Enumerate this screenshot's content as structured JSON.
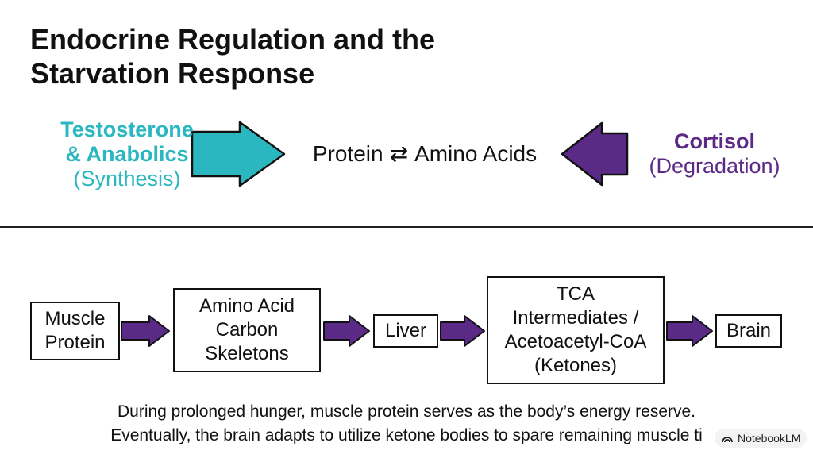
{
  "title": {
    "line1": "Endocrine Regulation and the",
    "line2": "Starvation Response"
  },
  "top": {
    "left_label": {
      "line1": "Testosterone",
      "line2": "& Anabolics",
      "line3": "(Synthesis)",
      "color": "#2bb7c0"
    },
    "equation": {
      "left": "Protein",
      "arrow": "⇄",
      "right": "Amino Acids"
    },
    "right_label": {
      "line1": "Cortisol",
      "line2": "(Degradation)",
      "color": "#5b2a86"
    }
  },
  "flow": {
    "boxes": [
      {
        "lines": [
          "Muscle",
          "Protein"
        ]
      },
      {
        "lines": [
          "Amino Acid",
          "Carbon",
          "Skeletons"
        ]
      },
      {
        "lines": [
          "Liver"
        ]
      },
      {
        "lines": [
          "TCA",
          "Intermediates /",
          "Acetoacetyl-CoA",
          "(Ketones)"
        ]
      },
      {
        "lines": [
          "Brain"
        ]
      }
    ],
    "arrow_color": "#5b2a86"
  },
  "caption": {
    "line1": "During prolonged hunger, muscle protein serves as the body’s energy reserve.",
    "line2": "Eventually, the brain adapts to utilize ketone bodies to spare remaining muscle ti"
  },
  "badge": {
    "label": "NotebookLM",
    "icon": "notebooklm-logo-icon"
  }
}
